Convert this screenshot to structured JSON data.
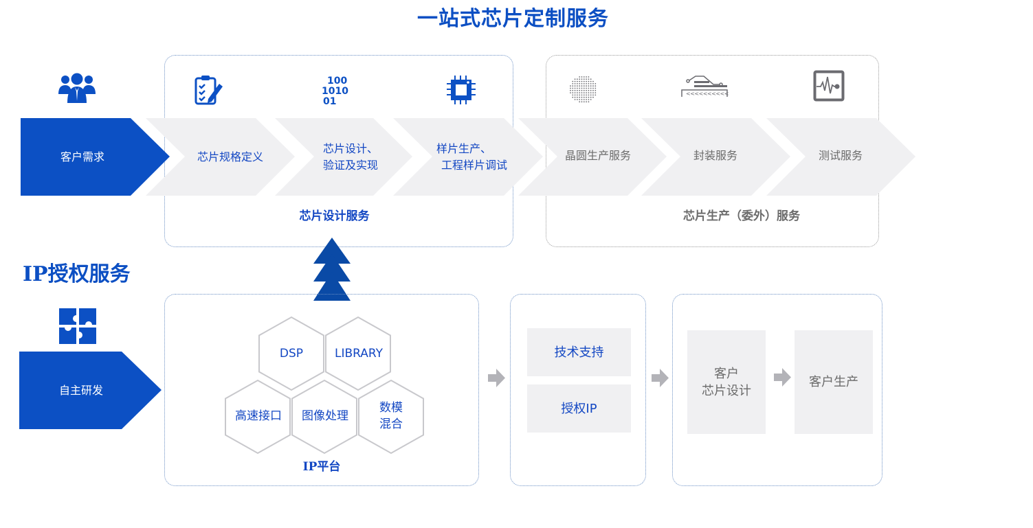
{
  "title": "一站式芯片定制服务",
  "top_flow": {
    "start": {
      "label": "客户需求",
      "icon": "customers-group-icon"
    },
    "design_steps": [
      {
        "label": "芯片规格定义",
        "icon": "clipboard-checklist-icon"
      },
      {
        "label_line1": "芯片设计、",
        "label_line2": "验证及实现",
        "icon": "binary-code-icon"
      },
      {
        "label_line1": "样片生产、",
        "label_line2": "工程样片调试",
        "icon": "chip-icon"
      }
    ],
    "production_steps": [
      {
        "label": "晶圆生产服务",
        "icon": "wafer-icon"
      },
      {
        "label": "封装服务",
        "icon": "package-icon"
      },
      {
        "label": "测试服务",
        "icon": "test-monitor-icon"
      }
    ],
    "design_group_label": "芯片设计服务",
    "production_group_label": "芯片生产（委外）服务"
  },
  "ip_section": {
    "title": "IP授权服务",
    "start": {
      "label": "自主研发",
      "icon": "puzzle-icon"
    },
    "platform": {
      "label": "IP平台",
      "hexagons": [
        {
          "label": "DSP"
        },
        {
          "label": "LIBRARY"
        },
        {
          "label": "高速接口"
        },
        {
          "label": "图像处理"
        },
        {
          "label_line1": "数模",
          "label_line2": "混合"
        }
      ]
    },
    "support_boxes": [
      {
        "label": "技术支持"
      },
      {
        "label": "授权IP"
      }
    ],
    "customer_boxes": [
      {
        "label_line1": "客户",
        "label_line2": "芯片设计"
      },
      {
        "label": "客户生产"
      }
    ]
  },
  "colors": {
    "brand_blue": "#0c4fc3",
    "dark_blue": "#0a4aa6",
    "chevron_gray": "#f0f0f2",
    "text_gray": "#6b6b6b",
    "arrow_gray": "#b3b3b8"
  }
}
